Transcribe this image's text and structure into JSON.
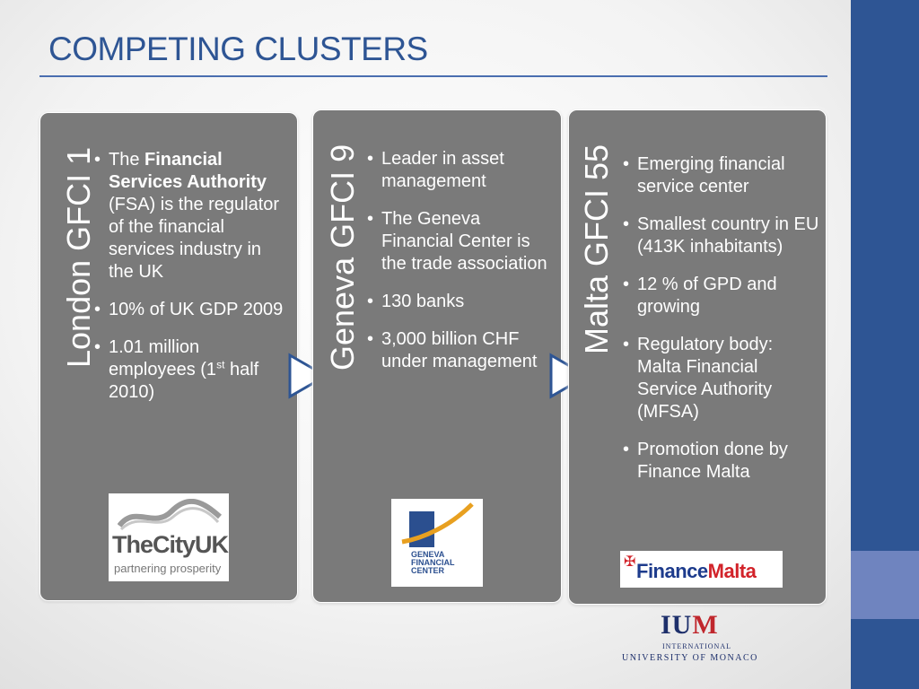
{
  "slide": {
    "title": "COMPETING CLUSTERS"
  },
  "panels": [
    {
      "label": "London GFCI 1",
      "bullets": [
        {
          "pre": "The ",
          "bold": "Financial Services Authority",
          "post": " (FSA) is the regulator of the financial services industry in the UK"
        },
        {
          "text": "10% of UK GDP 2009"
        },
        {
          "pre": "1.01 million employees (1",
          "sup": "st",
          "post": " half 2010)"
        }
      ],
      "logo": {
        "name": "TheCityUK",
        "tagline": "partnering prosperity"
      }
    },
    {
      "label": "Geneva GFCI 9",
      "bullets": [
        {
          "text": "Leader in asset management"
        },
        {
          "text": "The Geneva Financial Center is the trade association"
        },
        {
          "text": "130 banks"
        },
        {
          "text": "3,000 billion CHF under management"
        }
      ],
      "logo": {
        "line1": "GENEVA",
        "line2": "FINANCIAL",
        "line3": "CENTER"
      }
    },
    {
      "label": "Malta GFCI 55",
      "bullets": [
        {
          "text": "Emerging financial service center"
        },
        {
          "text": "Smallest country in EU (413K inhabitants)"
        },
        {
          "text": "12 % of GPD and growing"
        },
        {
          "text": "Regulatory body: Malta Financial Service Authority (MFSA)"
        },
        {
          "text": "Promotion done by Finance Malta"
        }
      ],
      "logo": {
        "part1": "Finance",
        "part2": "Malta"
      }
    }
  ],
  "footer_logo": {
    "letters_a": "IU",
    "letters_b": "M",
    "line1": "INTERNATIONAL",
    "line2": "UNIVERSITY OF MONACO"
  },
  "colors": {
    "brand_blue": "#2e5594",
    "panel_gray": "#7a7a7a",
    "arrow_fill": "#ffffff",
    "arrow_stroke": "#2e5594"
  }
}
